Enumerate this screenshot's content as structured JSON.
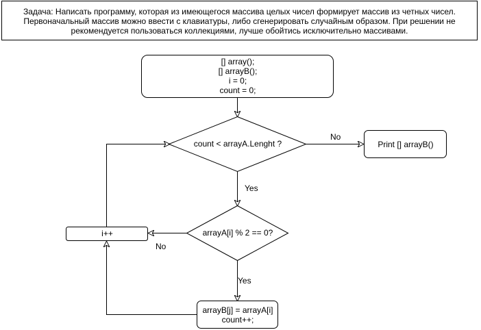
{
  "task": {
    "lines": [
      "Задача: Написать программу, которая из имеющегося массива целых чисел формирует массив из четных чисел.",
      "Первоначальный массив можно ввести с клавиатуры, либо сгенерировать случайным образом. При решении не",
      "рекомендуется пользоваться коллекциями, лучше обойтись исключительно массивами."
    ]
  },
  "flowchart": {
    "init": {
      "lines": [
        "[] array();",
        "[] arrayB();",
        "i = 0;",
        "count = 0;"
      ]
    },
    "loop_condition": {
      "text": "count < arrayA.Lenght ?"
    },
    "print": {
      "text": "Print [] arrayB()"
    },
    "even_check": {
      "text": "arrayA[i] % 2 == 0?"
    },
    "increment": {
      "text": "i++"
    },
    "assign": {
      "lines": [
        "arrayB[j] = arrayA[i]",
        "count++;"
      ]
    },
    "edges": {
      "no_to_print": "No",
      "yes_to_check": "Yes",
      "no_to_increment": "No",
      "yes_to_assign": "Yes"
    }
  },
  "colors": {
    "stroke": "#000000",
    "fill": "#ffffff",
    "background": "#ffffff"
  }
}
